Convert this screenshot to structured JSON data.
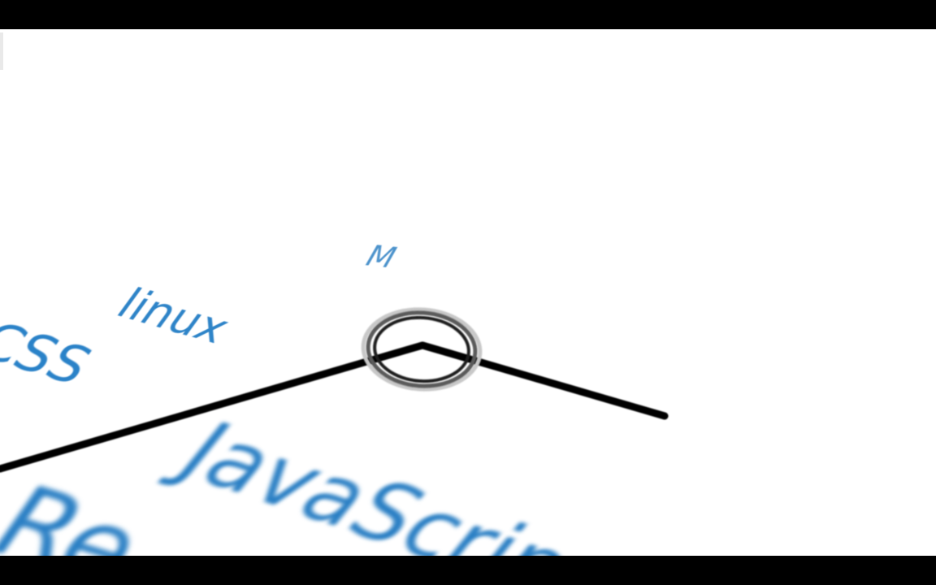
{
  "words": {
    "m": "M",
    "linux": "linux",
    "css": "CSS",
    "javascript": "JavaScrip",
    "re": "Re"
  },
  "colors": {
    "text_blue": "#2a7fc4",
    "line": "#000000",
    "background": "#ffffff",
    "letterbox": "#000000"
  }
}
